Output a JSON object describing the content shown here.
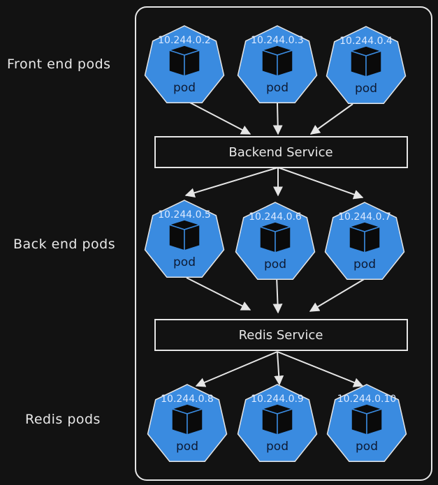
{
  "colors": {
    "background": "#121212",
    "pod_fill": "#3a8be0",
    "stroke": "#e6e6e6",
    "icon": "#0a0a0a"
  },
  "labels": {
    "front": "Front end pods",
    "back": "Back end pods",
    "redis": "Redis pods"
  },
  "services": {
    "backend": "Backend Service",
    "redis": "Redis Service"
  },
  "pod_label": "pod",
  "pods": {
    "front": [
      "10.244.0.2",
      "10.244.0.3",
      "10.244.0.4"
    ],
    "back": [
      "10.244.0.5",
      "10.244.0.6",
      "10.244.0.7"
    ],
    "redis": [
      "10.244.0.8",
      "10.244.0.9",
      "10.244.0.10"
    ]
  },
  "icon": "cube-icon"
}
